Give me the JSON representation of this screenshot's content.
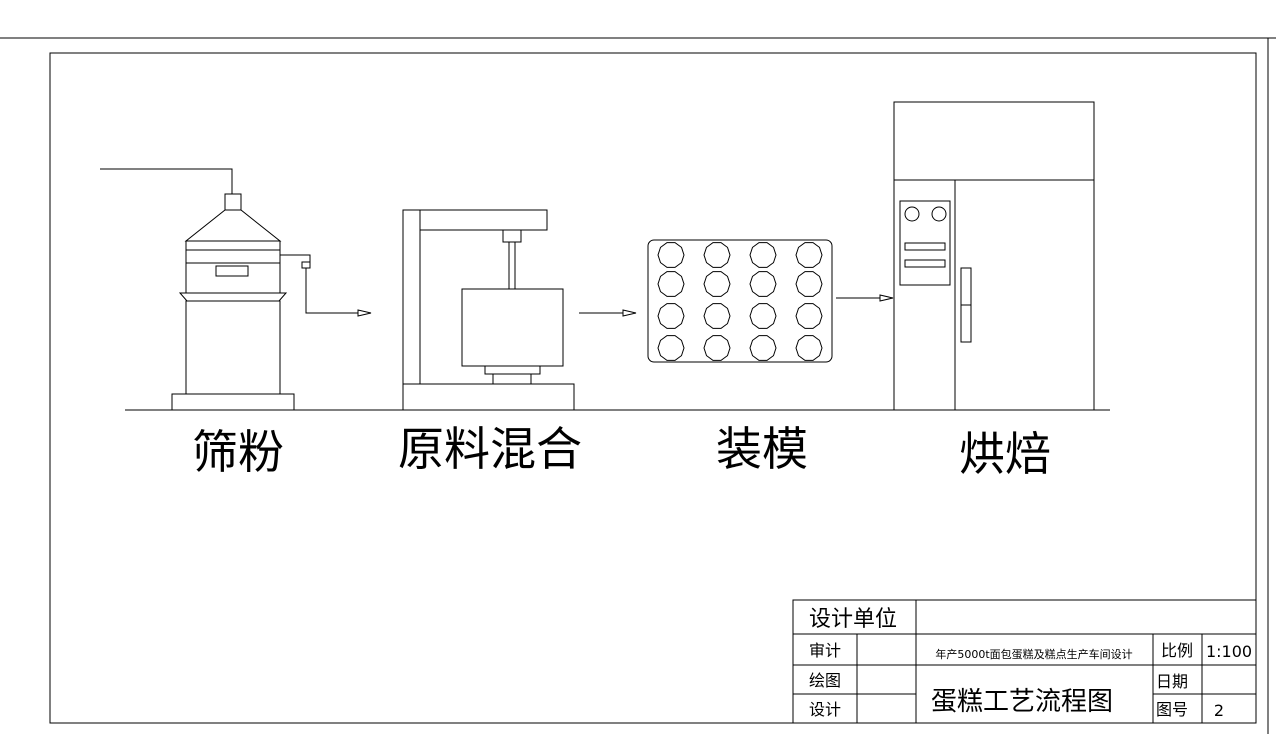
{
  "process_steps": [
    {
      "label": "筛粉"
    },
    {
      "label": "原料混合"
    },
    {
      "label": "装模"
    },
    {
      "label": "烘焙"
    }
  ],
  "title_block": {
    "design_unit": "设计单位",
    "review": "审计",
    "draw": "绘图",
    "design": "设计",
    "project": "年产5000t面包蛋糕及糕点生产车间设计",
    "drawing_name": "蛋糕工艺流程图",
    "scale_label": "比例",
    "scale_value": "1:100",
    "date_label": "日期",
    "date_value": "",
    "number_label": "图号",
    "number_value": "2"
  }
}
